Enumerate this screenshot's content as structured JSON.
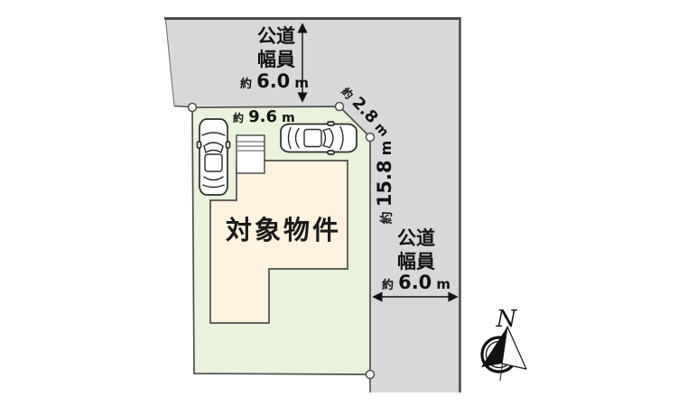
{
  "labels": {
    "top_road": {
      "line1": "公道",
      "line2": "幅員",
      "width_prefix": "約",
      "width_value": "6.0",
      "width_unit": "m"
    },
    "right_road": {
      "line1": "公道",
      "line2": "幅員",
      "width_prefix": "約",
      "width_value": "6.0",
      "width_unit": "m"
    },
    "property": "対象物件",
    "compass_north": "N"
  },
  "dimensions": {
    "top_edge": {
      "prefix": "約",
      "value": "9.6",
      "unit": "m"
    },
    "diagonal_edge": {
      "prefix": "約",
      "value": "2.8",
      "unit": "m"
    },
    "right_edge": {
      "prefix": "約",
      "value": "15.8",
      "unit": "m"
    }
  },
  "colors": {
    "road_fill": "#d8d8d8",
    "plot_fill": "#e9f2db",
    "building_fill": "#fcf2de",
    "outline": "#4d4d4d"
  }
}
